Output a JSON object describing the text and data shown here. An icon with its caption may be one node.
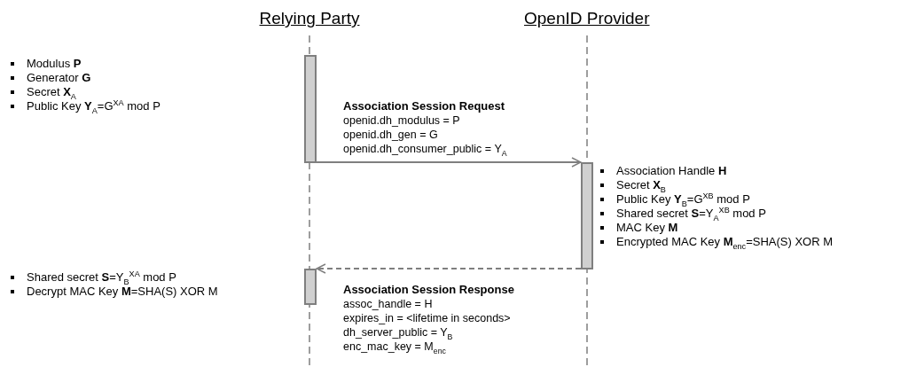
{
  "diagram": {
    "nodes": [
      {
        "text": [
          "Relying Party"
        ]
      },
      {
        "text": [
          "OpenID Provider"
        ]
      },
      {
        "text": [],
        "shape": "bar",
        "beside": [
          "Modulus **P**",
          "Generator **G**",
          "Secret **X**$_{A}$",
          "Public Key **Y**$_{A}$=G$^{XA}$ mod P"
        ]
      },
      {
        "text": [],
        "shape": "bar",
        "beside": [
          "Association Handle **H**",
          "Secret **X**$_{B}$",
          "Public Key **Y**$_{B}$=G$^{XB}$ mod P",
          "Shared secret **S**=Y$_{A}$$^{XB}$ mod P",
          "MAC Key **M**",
          "Encrypted MAC Key **M**$_{enc}$=SHA(S) XOR M"
        ]
      },
      {
        "text": [],
        "shape": "bar",
        "beside": [
          "Shared secret **S**=Y$_{B}$$^{XA}$ mod P",
          "Decrypt MAC Key **M**=SHA(S) XOR M"
        ]
      }
    ],
    "edges": [
      {
        "from": 2,
        "to": 3,
        "arrow": "to",
        "label": "Association Session Request"
      },
      {
        "from": 3,
        "to": 4,
        "arrow": "to",
        "style": "dashed",
        "label": "Association Session Response"
      }
    ],
    "labels": [
      "openid.dh_modulus = P",
      "openid.dh_gen = G",
      "openid.dh_consumer_public = Y$_{A}$",
      "assoc_handle = H",
      "expires_in = <lifetime in seconds>",
      "dh_server_public = Y$_{B}$",
      "enc_mac_key = M$_{enc}$"
    ]
  }
}
